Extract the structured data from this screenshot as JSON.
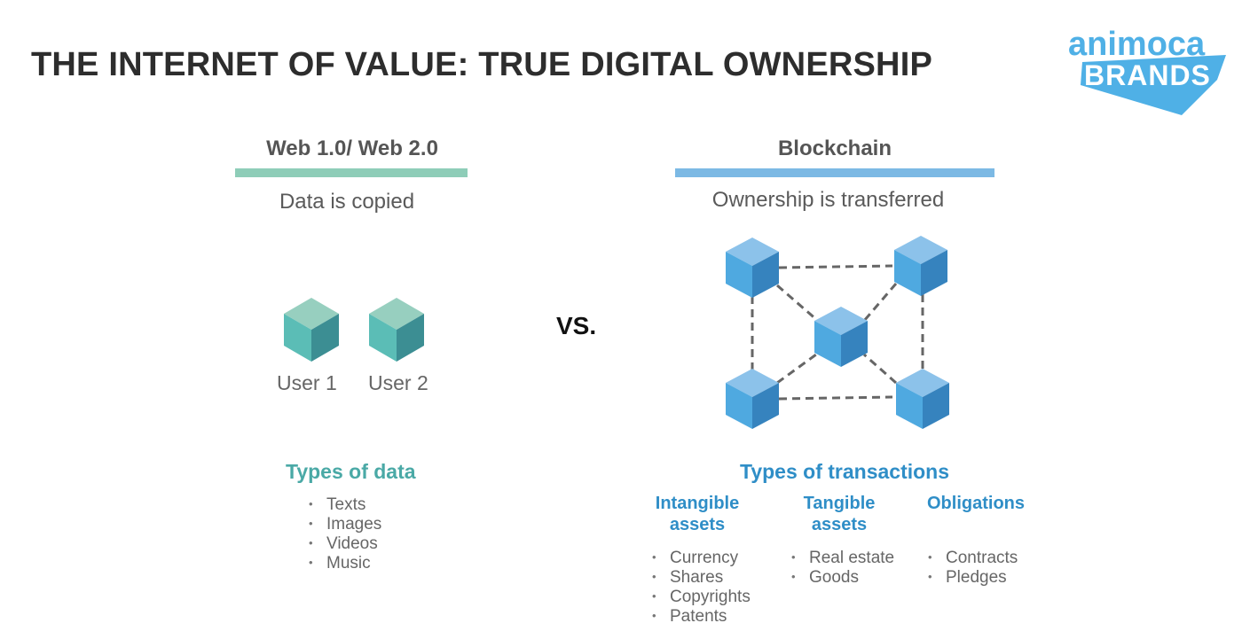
{
  "title": "THE INTERNET OF VALUE: TRUE DIGITAL OWNERSHIP",
  "logo": {
    "line1": "animoca",
    "line2": "BRANDS",
    "color": "#4fb0e6"
  },
  "web": {
    "heading": "Web 1.0/ Web 2.0",
    "subtitle": "Data is copied",
    "users": [
      "User 1",
      "User 2"
    ],
    "types_title": "Types of data",
    "types": [
      "Texts",
      "Images",
      "Videos",
      "Music"
    ],
    "accent_color": "#8ecdb8"
  },
  "vs": "VS.",
  "blockchain": {
    "heading": "Blockchain",
    "subtitle": "Ownership is transferred",
    "types_title": "Types of transactions",
    "accent_color": "#7cb9e4",
    "columns": [
      {
        "title": "Intangible assets",
        "items": [
          "Currency",
          "Shares",
          "Copyrights",
          "Patents"
        ]
      },
      {
        "title": "Tangible assets",
        "items": [
          "Real estate",
          "Goods"
        ]
      },
      {
        "title": "Obligations",
        "items": [
          "Contracts",
          "Pledges"
        ]
      }
    ]
  }
}
